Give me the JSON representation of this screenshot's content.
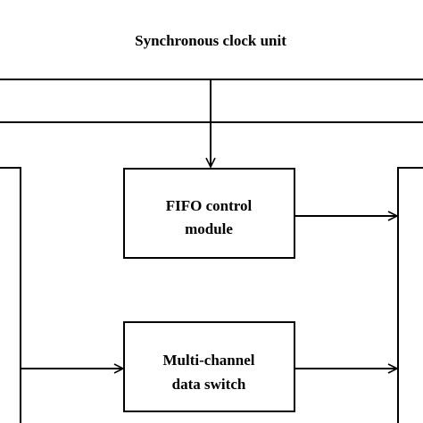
{
  "diagram": {
    "nodes": {
      "sync_clock": {
        "label": "Synchronous clock unit"
      },
      "fifo_control": {
        "lines": [
          "FIFO control",
          "module"
        ]
      },
      "data_switch": {
        "lines": [
          "Multi-channel",
          "data switch"
        ]
      }
    },
    "colors": {
      "stroke": "#000000",
      "background": "#ffffff"
    }
  }
}
